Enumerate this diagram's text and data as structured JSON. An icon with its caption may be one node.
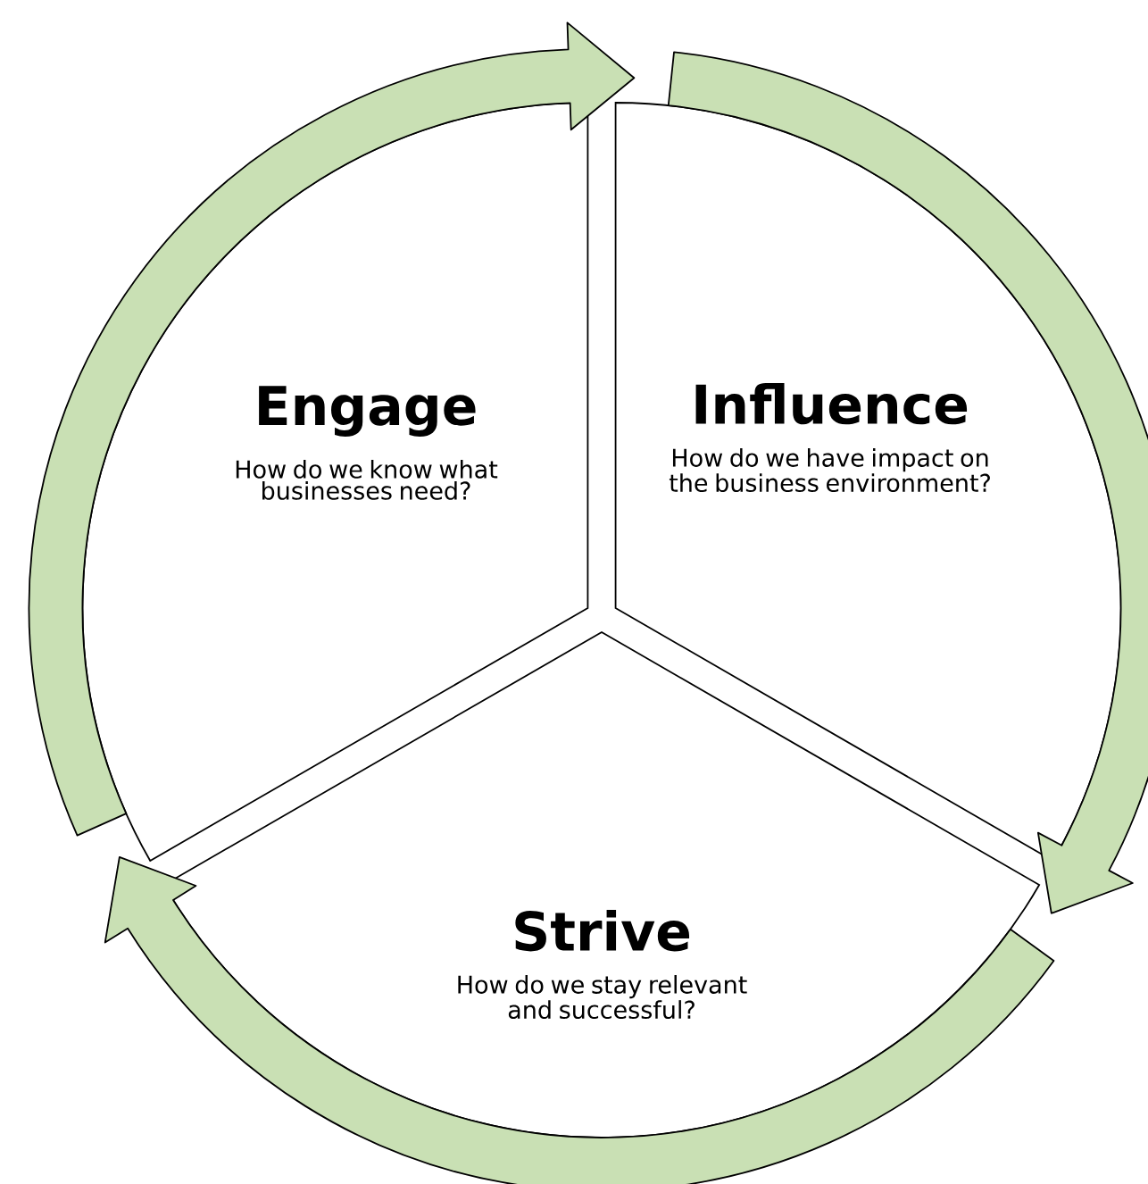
{
  "diagram": {
    "nodes": [
      {
        "text": [
          "Engage",
          "How do we know what businesses need?"
        ]
      },
      {
        "text": [
          "Influence",
          "How do we have impact on the business environment?"
        ]
      },
      {
        "text": [
          "Strive",
          "How do we stay relevant and successful?"
        ]
      }
    ],
    "edges": [
      {
        "from": 0,
        "to": 1,
        "arrow": "to"
      },
      {
        "from": 1,
        "to": 2,
        "arrow": "to"
      },
      {
        "from": 2,
        "to": 0,
        "arrow": "to"
      }
    ]
  }
}
